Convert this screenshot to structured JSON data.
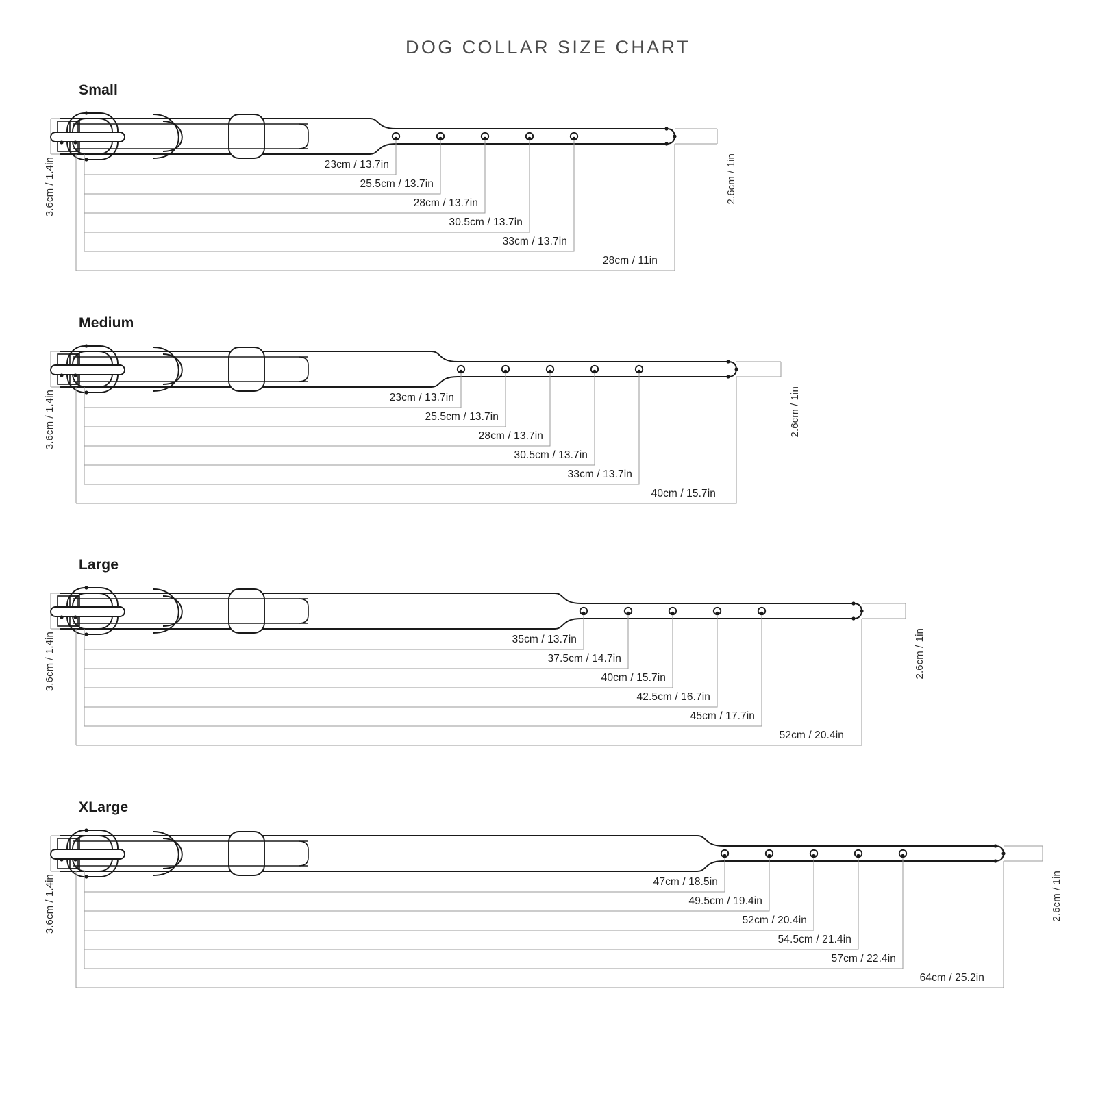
{
  "title": "DOG COLLAR SIZE CHART",
  "labels": {
    "height_left": "3.6cm / 1.4in",
    "height_right": "2.6cm / 1in"
  },
  "colors": {
    "background": "#ffffff",
    "outline": "#1a1a1a",
    "dimension_line": "#9a9a9a",
    "text": "#1e1e1e",
    "title": "#4a4a4a"
  },
  "chart_data": {
    "type": "table",
    "title": "DOG COLLAR SIZE CHART",
    "xlabel": "",
    "ylabel": "",
    "units": "cm / in",
    "width_measurements": {
      "buckle_end_height": "3.6cm / 1.4in",
      "tip_end_height": "2.6cm / 1in"
    },
    "sections": [
      {
        "name": "Small",
        "hole_labels": [
          "23cm / 13.7in",
          "25.5cm / 13.7in",
          "28cm / 13.7in",
          "30.5cm / 13.7in",
          "33cm / 13.7in"
        ],
        "total_label": "28cm / 11in",
        "hole_values_cm": [
          23,
          25.5,
          28,
          30.5,
          33
        ],
        "total_value_cm": 28
      },
      {
        "name": "Medium",
        "hole_labels": [
          "23cm / 13.7in",
          "25.5cm / 13.7in",
          "28cm / 13.7in",
          "30.5cm / 13.7in",
          "33cm / 13.7in"
        ],
        "total_label": "40cm / 15.7in",
        "hole_values_cm": [
          23,
          25.5,
          28,
          30.5,
          33
        ],
        "total_value_cm": 40
      },
      {
        "name": "Large",
        "hole_labels": [
          "35cm / 13.7in",
          "37.5cm / 14.7in",
          "40cm / 15.7in",
          "42.5cm / 16.7in",
          "45cm / 17.7in"
        ],
        "total_label": "52cm / 20.4in",
        "hole_values_cm": [
          35,
          37.5,
          40,
          42.5,
          45
        ],
        "total_value_cm": 52
      },
      {
        "name": "XLarge",
        "hole_labels": [
          "47cm / 18.5in",
          "49.5cm / 19.4in",
          "52cm / 20.4in",
          "54.5cm / 21.4in",
          "57cm / 22.4in"
        ],
        "total_label": "64cm / 25.2in",
        "hole_values_cm": [
          47,
          49.5,
          52,
          54.5,
          57
        ],
        "total_value_cm": 64
      }
    ]
  }
}
